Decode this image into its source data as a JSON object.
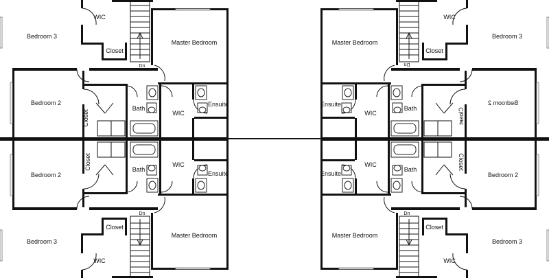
{
  "plan": {
    "units": [
      {
        "position": "top-left",
        "rooms": {
          "bedroom_a": "Bedroom 3",
          "wic_a": "WIC",
          "closet_a": "Closet",
          "master": "Master Bedroom",
          "stair": "Dn",
          "bedroom_b": "Bedroom 2",
          "closet_b": "Closet",
          "bath": "Bath",
          "wic_b": "WIC",
          "ensuite": "Ensuite"
        }
      },
      {
        "position": "bottom-left",
        "rooms": {
          "bedroom_a": "Bedroom 3",
          "wic_a": "WIC",
          "closet_a": "Closet",
          "master": "Master Bedroom",
          "stair": "Dn",
          "bedroom_b": "Bedroom 2",
          "closet_b": "Closet",
          "bath": "Bath",
          "wic_b": "WIC",
          "ensuite": "Ensuite"
        }
      },
      {
        "position": "top-right",
        "rooms": {
          "bedroom_a": "Bedroom 3",
          "wic_a": "WIC",
          "closet_a": "Closet",
          "master": "Master Bedroom",
          "stair": "Dn",
          "bedroom_b": "Bedroom 2",
          "closet_b": "Closet",
          "bath": "Bath",
          "wic_b": "WIC",
          "ensuite": "Ensuite"
        }
      },
      {
        "position": "bottom-right",
        "rooms": {
          "bedroom_a": "Bedroom 3",
          "wic_a": "WIC",
          "closet_a": "Closet",
          "master": "Master Bedroom",
          "stair": "Dn",
          "bedroom_b": "Bedroom 2",
          "closet_b": "Closet",
          "bath": "Bath",
          "wic_b": "WIC",
          "ensuite": "Ensuite"
        }
      }
    ]
  }
}
